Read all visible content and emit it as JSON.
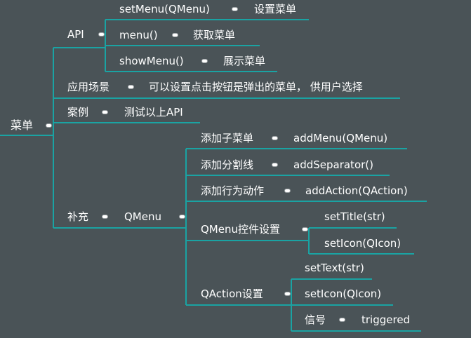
{
  "root": {
    "label": "菜单"
  },
  "api": {
    "label": "API",
    "items": [
      {
        "name": "setMenu(QMenu)",
        "desc": "设置菜单"
      },
      {
        "name": "menu()",
        "desc": "获取菜单"
      },
      {
        "name": "showMenu()",
        "desc": "展示菜单"
      }
    ]
  },
  "usage": {
    "label": "应用场景",
    "desc": "可以设置点击按钮是弹出的菜单， 供用户选择"
  },
  "example": {
    "label": "案例",
    "desc": "测试以上API"
  },
  "supplement": {
    "label": "补充",
    "qmenu": {
      "label": "QMenu",
      "items": [
        {
          "name": "添加子菜单",
          "desc": "addMenu(QMenu)"
        },
        {
          "name": "添加分割线",
          "desc": "addSeparator()"
        },
        {
          "name": "添加行为动作",
          "desc": "addAction(QAction)"
        }
      ],
      "settings": {
        "label": "QMenu控件设置",
        "items": [
          "setTitle(str)",
          "setIcon(QIcon)"
        ]
      },
      "action_settings": {
        "label": "QAction设置",
        "items": [
          "setText(str)",
          "setIcon(QIcon)"
        ],
        "signal": {
          "label": "信号",
          "value": "triggered"
        }
      }
    }
  },
  "colors": {
    "background": "#4a5357",
    "line": "#1aa3a3",
    "text": "#ffffff"
  }
}
